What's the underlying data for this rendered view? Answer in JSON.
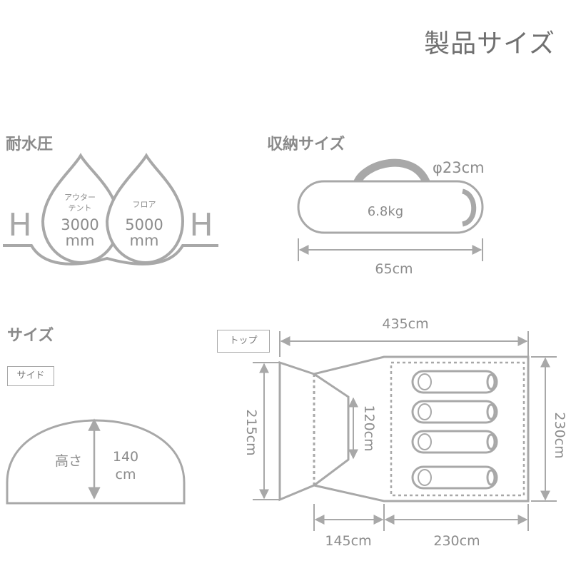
{
  "header": {
    "title": "製品サイズ"
  },
  "water_pressure": {
    "title": "耐水圧",
    "h_letter": "H",
    "outer": {
      "label_line1": "アウター",
      "label_line2": "テント",
      "value": "3000",
      "unit": "mm"
    },
    "floor": {
      "label": "フロア",
      "value": "5000",
      "unit": "mm"
    }
  },
  "storage": {
    "title": "収納サイズ",
    "diameter": "φ23cm",
    "weight": "6.8kg",
    "length": "65cm"
  },
  "size": {
    "title": "サイズ",
    "side": {
      "label": "サイド",
      "height_label": "高さ",
      "height_value": "140",
      "height_unit": "cm"
    },
    "top": {
      "label": "トップ",
      "total_length": "435cm",
      "front_width": "215cm",
      "vestibule_width": "120cm",
      "inner_width": "230cm",
      "front_length": "145cm",
      "inner_length": "230cm"
    }
  },
  "colors": {
    "line": "#a8a8a8",
    "text": "#8c8c8c",
    "title": "#707070"
  }
}
